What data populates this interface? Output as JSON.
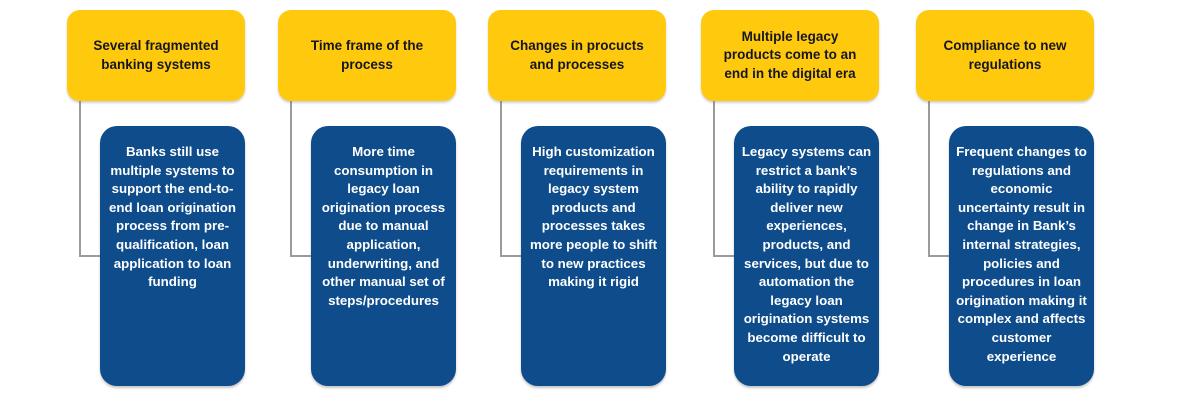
{
  "diagram": {
    "description_visible_text_only": true
  },
  "colors": {
    "header_box_bg": "#FFC90E",
    "header_box_text": "#16161F",
    "body_box_bg": "#0E4C8C",
    "body_box_text": "#FFFFFF",
    "connector_line": "#9B9B9B",
    "page_background": "#FFFFFF"
  },
  "columns": [
    {
      "header": "Several fragmented banking systems",
      "body": "Banks still use multiple systems to support the end-to-end loan origination process from pre-qualification, loan application to loan funding"
    },
    {
      "header": "Time frame of the process",
      "body": "More time consumption in legacy loan origination process due to manual application, underwriting, and other manual set of steps/procedures"
    },
    {
      "header": "Changes in procucts and processes",
      "body": "High customization requirements in legacy system products and processes takes more people to shift to new practices making it rigid"
    },
    {
      "header": "Multiple legacy products come to an end in the digital era",
      "body": "Legacy systems can restrict a bank’s ability to rapidly deliver new experiences, products, and services, but due to automation the legacy loan origination systems become difficult to operate"
    },
    {
      "header": "Compliance to new regulations",
      "body": "Frequent changes to regulations and economic uncertainty result in change in Bank’s internal strategies, policies and procedures in loan origination making it complex and affects customer experience"
    }
  ]
}
